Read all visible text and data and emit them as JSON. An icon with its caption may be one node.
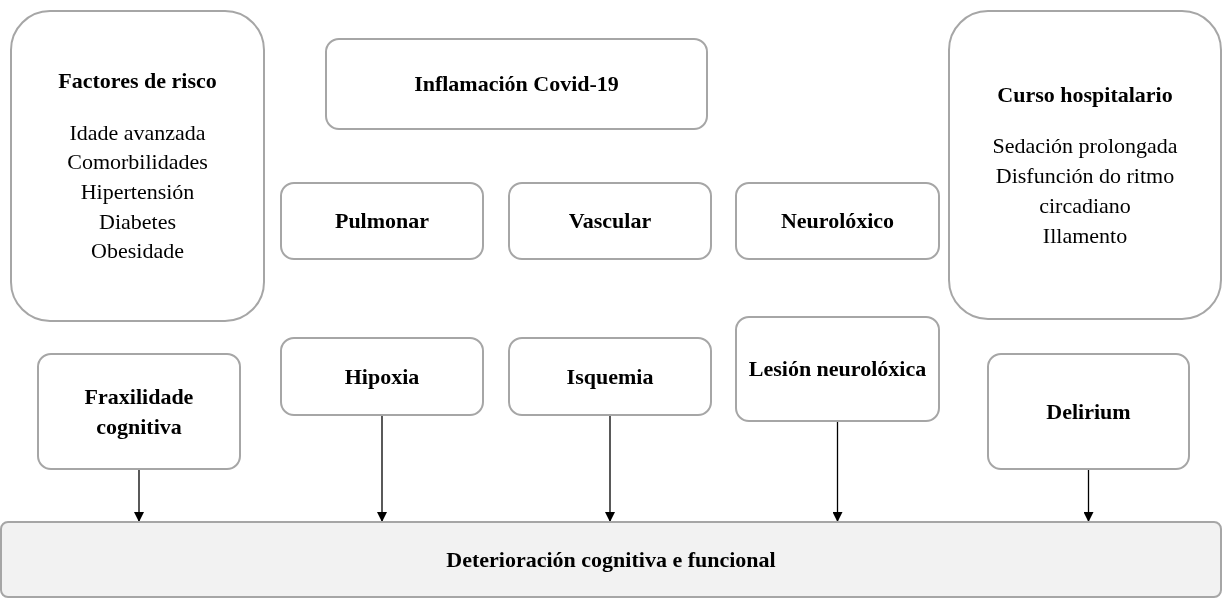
{
  "diagram": {
    "nodes": [
      {
        "text": [
          "Factores de risco",
          "Idade avanzada",
          "Comorbilidades",
          "Hipertensión",
          "Diabetes",
          "Obesidade"
        ]
      },
      {
        "text": [
          "Inflamación Covid-19"
        ]
      },
      {
        "text": [
          "Curso hospitalario",
          "Sedación prolongada",
          "Disfunción do ritmo",
          "circadiano",
          "Illamento"
        ]
      },
      {
        "text": [
          "Pulmonar"
        ]
      },
      {
        "text": [
          "Vascular"
        ]
      },
      {
        "text": [
          "Neurolóxico"
        ]
      },
      {
        "text": [
          "Fraxilidade cognitiva"
        ]
      },
      {
        "text": [
          "Hipoxia"
        ]
      },
      {
        "text": [
          "Isquemia"
        ]
      },
      {
        "text": [
          "Lesión neurolóxica"
        ]
      },
      {
        "text": [
          "Delirium"
        ]
      },
      {
        "text": [
          "Deterioración cognitiva e funcional"
        ]
      }
    ],
    "edges": [
      {
        "from": 6,
        "to": 11,
        "arrow": "to"
      },
      {
        "from": 7,
        "to": 11,
        "arrow": "to"
      },
      {
        "from": 8,
        "to": 11,
        "arrow": "to"
      },
      {
        "from": 9,
        "to": 11,
        "arrow": "to"
      },
      {
        "from": 10,
        "to": 11,
        "arrow": "to"
      }
    ]
  }
}
